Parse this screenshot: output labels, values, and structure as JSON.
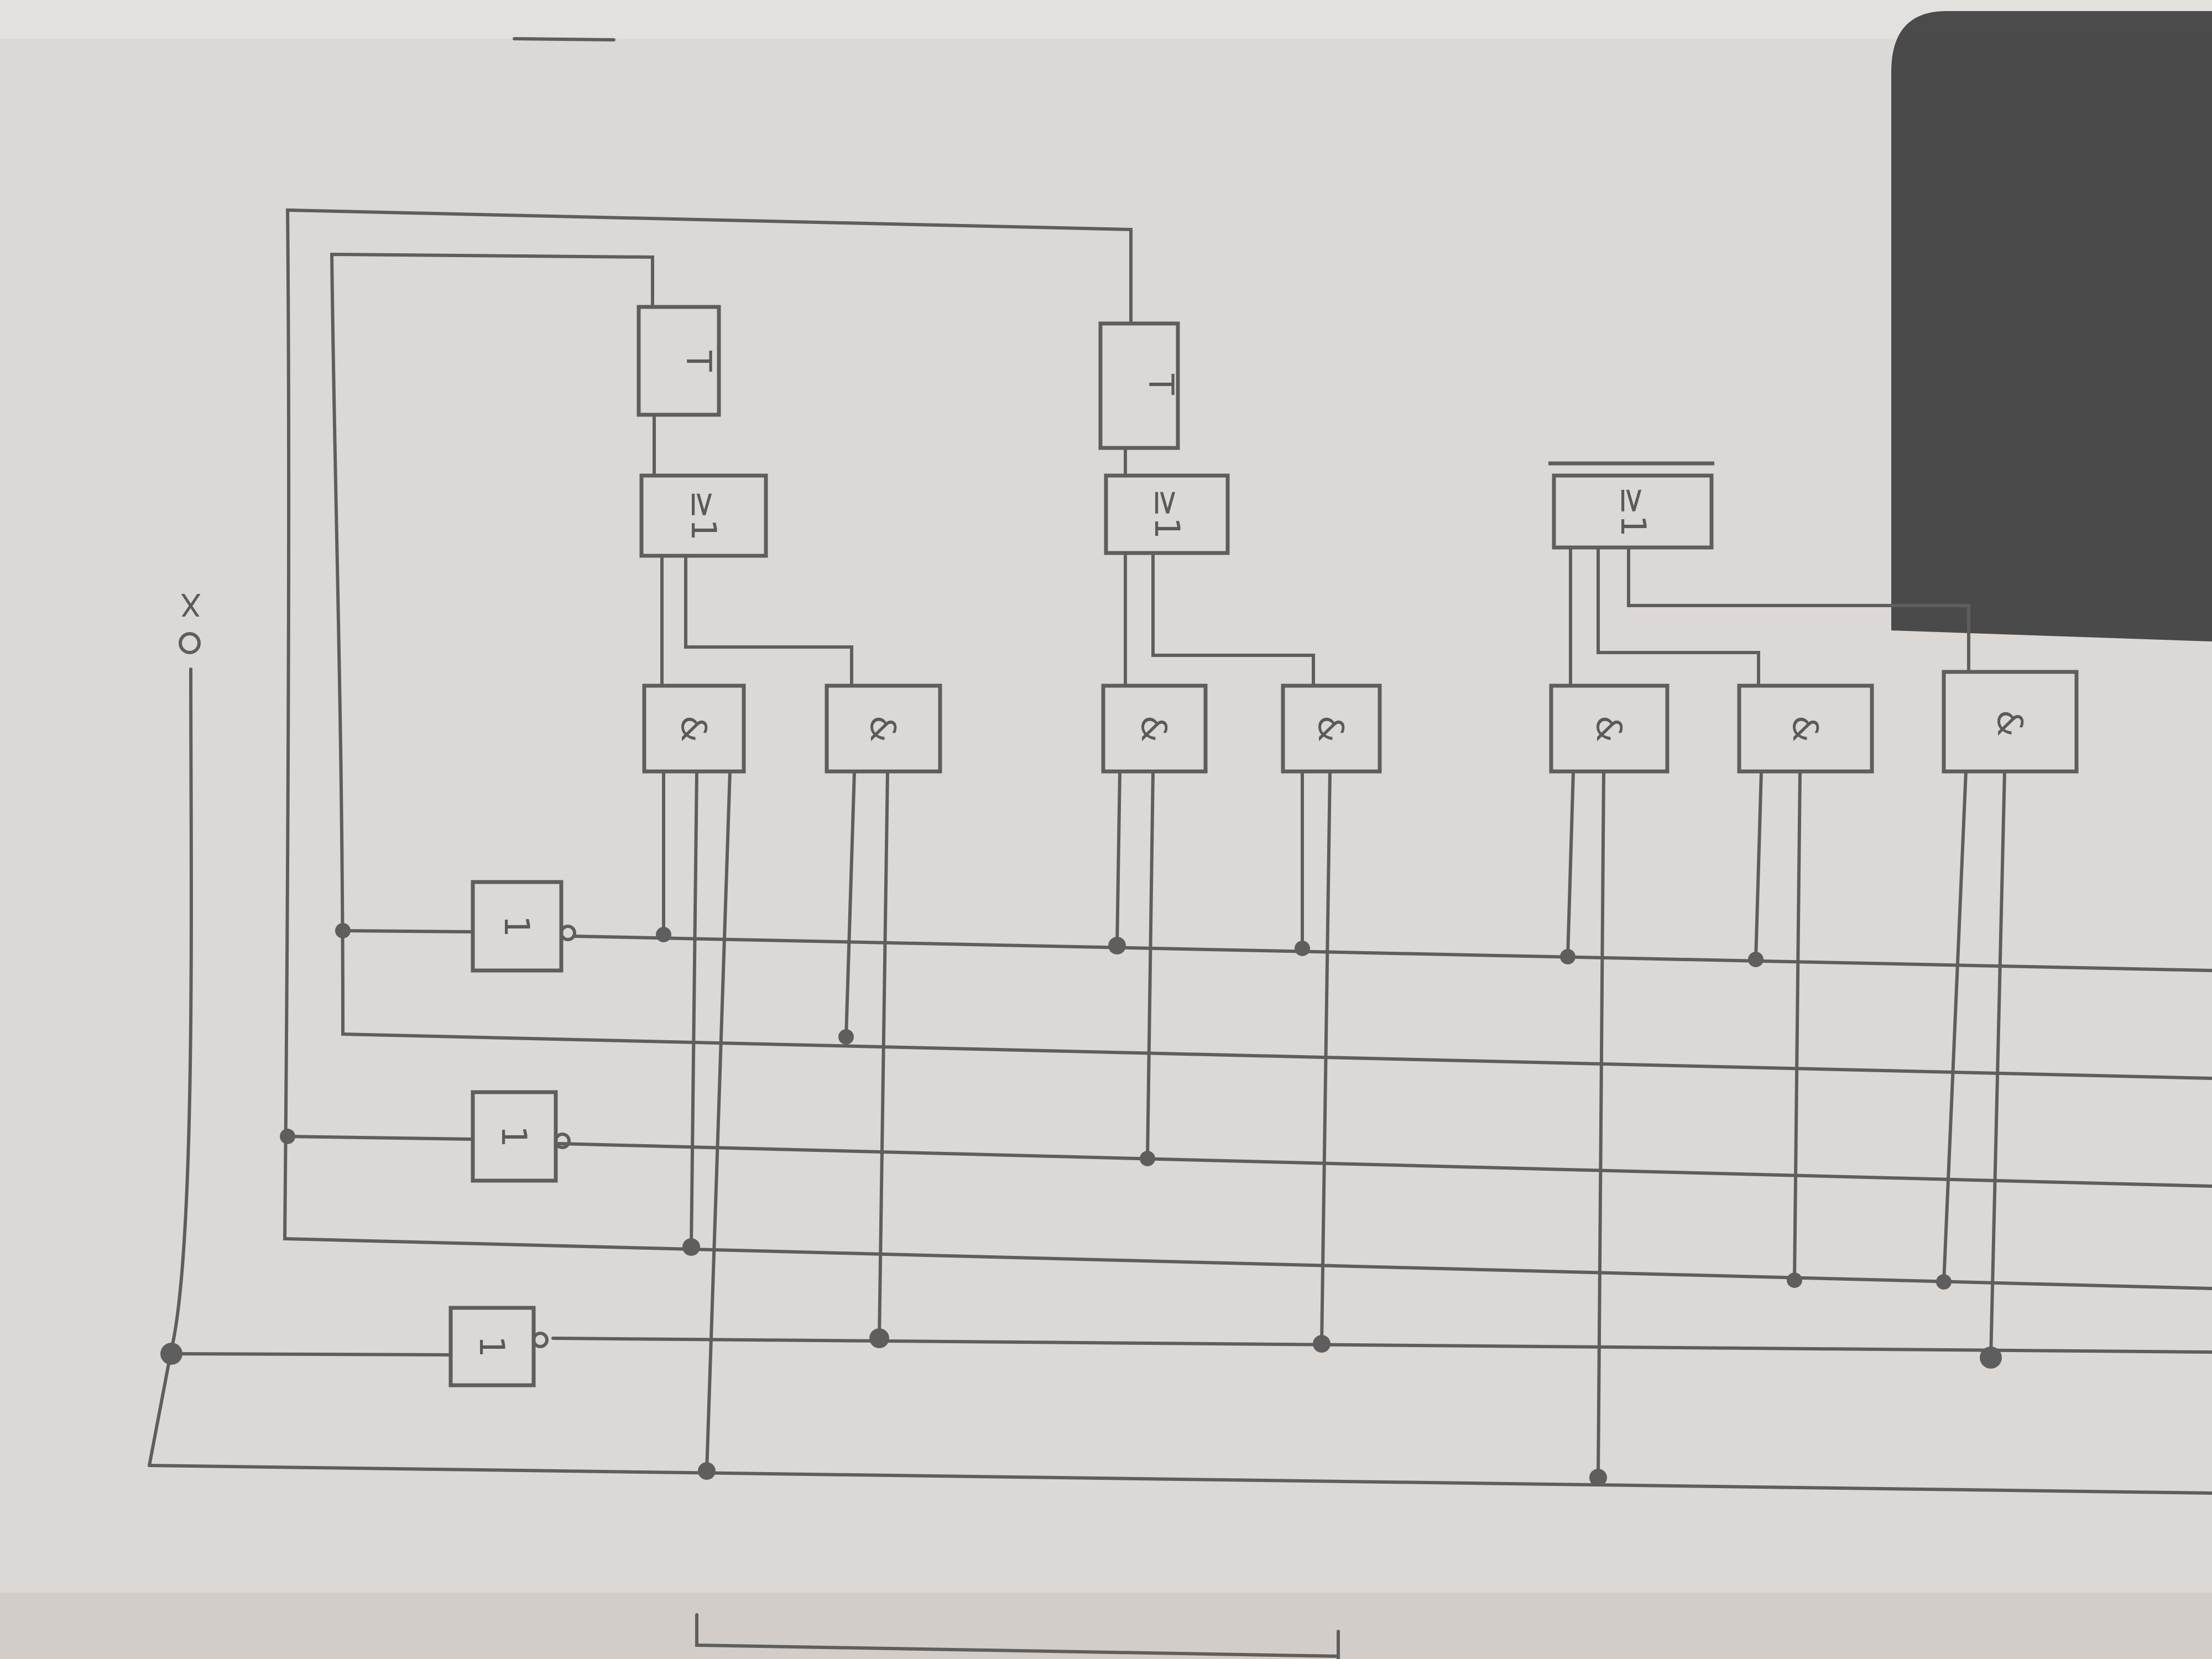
{
  "colors": {
    "paper": "#dcd8d5",
    "pencil": "#5e5e5e",
    "shadow": "#3a3a3a"
  },
  "input": {
    "label": "X"
  },
  "gates": {
    "not": [
      {
        "symbol": "1"
      },
      {
        "symbol": "1"
      },
      {
        "symbol": "1"
      }
    ],
    "and": [
      {
        "symbol": "&"
      },
      {
        "symbol": "&"
      },
      {
        "symbol": "&"
      },
      {
        "symbol": "&"
      },
      {
        "symbol": "&"
      },
      {
        "symbol": "&"
      },
      {
        "symbol": "&"
      }
    ],
    "or": [
      {
        "symbol": "≥1"
      },
      {
        "symbol": "≥1"
      },
      {
        "symbol": "≥1"
      }
    ],
    "flipflop": [
      {
        "symbol": "T"
      },
      {
        "symbol": "T"
      }
    ]
  }
}
